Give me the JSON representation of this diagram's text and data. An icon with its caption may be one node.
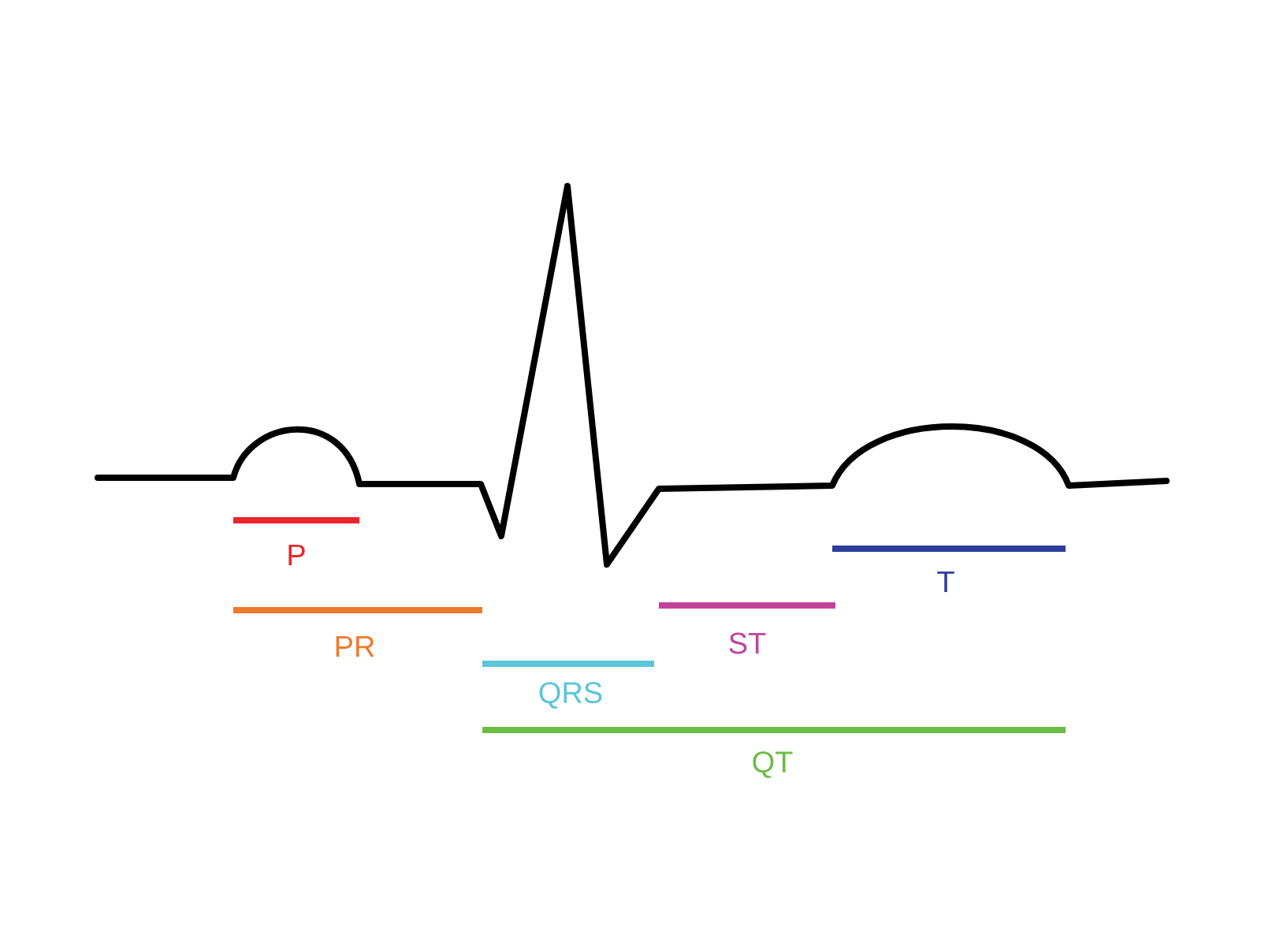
{
  "diagram": {
    "labels": [
      "P",
      "T",
      "ST",
      "PR",
      "QRS",
      "QT"
    ]
  }
}
